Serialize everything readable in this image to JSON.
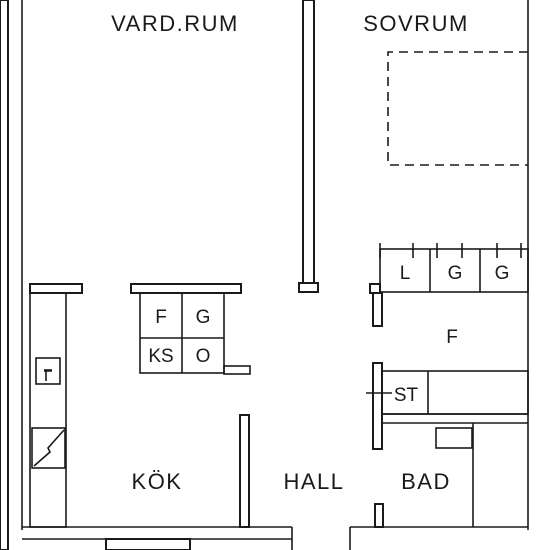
{
  "rooms": {
    "living_room": "VARD.RUM",
    "bedroom": "SOVRUM",
    "kitchen": "KÖK",
    "hall": "HALL",
    "bathroom": "BAD",
    "closet_area": "F"
  },
  "fixtures": {
    "fridge": "F",
    "freezer": "G",
    "cold_storage": "KS",
    "oven": "O",
    "wardrobe_linen": "L",
    "wardrobe_1": "G",
    "wardrobe_2": "G",
    "cleaning_cabinet": "ST"
  }
}
